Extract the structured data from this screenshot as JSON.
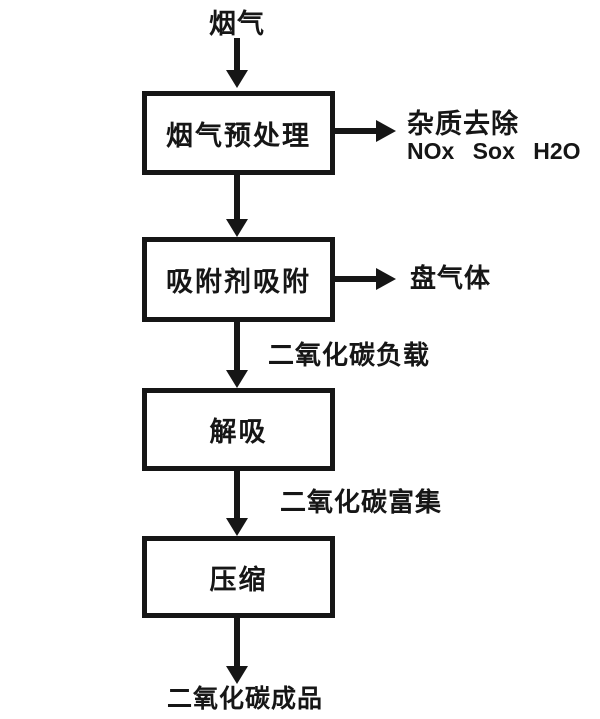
{
  "diagram": {
    "type": "flowchart",
    "language": "zh-CN",
    "colors": {
      "ink": "#161616",
      "background": "#ffffff",
      "box_fill": "#ffffff"
    },
    "top_label": "烟气",
    "boxes": [
      {
        "id": "pretreatment",
        "label": "烟气预处理"
      },
      {
        "id": "adsorption",
        "label": "吸附剂吸附"
      },
      {
        "id": "desorption",
        "label": "解吸"
      },
      {
        "id": "compression",
        "label": "压缩"
      }
    ],
    "side_outputs": [
      {
        "from": "pretreatment",
        "line1": "杂质去除",
        "line2": "NOx Sox H2O"
      },
      {
        "from": "adsorption",
        "line1": "盘气体"
      }
    ],
    "flow_labels": [
      {
        "between": "adsorption-to-desorption",
        "text": "二氧化碳负载"
      },
      {
        "between": "desorption-to-compression",
        "text": "二氧化碳富集"
      }
    ],
    "bottom_label": "二氧化碳成品"
  }
}
